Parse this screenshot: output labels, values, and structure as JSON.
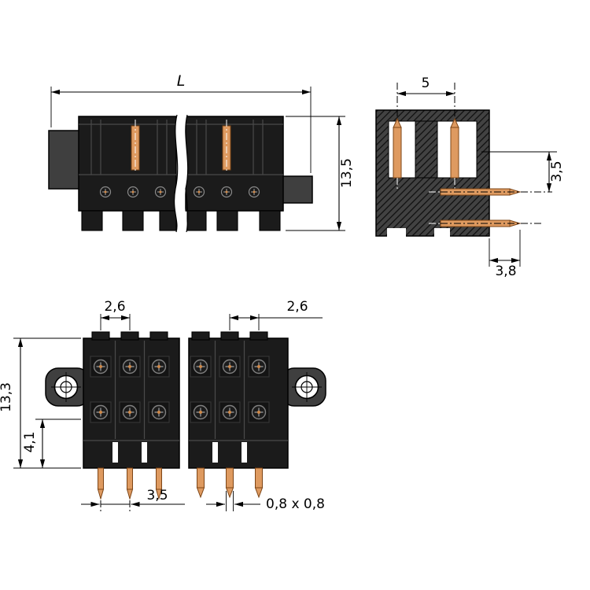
{
  "drawing": {
    "background": "#ffffff",
    "colors": {
      "body": "#1b1b1b",
      "flange": "#3f3f3f",
      "pin": "#de9a60",
      "pin_outline": "#7d4516",
      "dimension": "#000000"
    },
    "dims": {
      "side": {
        "length": "L",
        "height": "13,5"
      },
      "section": {
        "pin_pitch": "5",
        "row_offset": "3,5",
        "tail_length": "3,8"
      },
      "front_left": {
        "pole_pitch": "2,6",
        "height": "13,3",
        "lower_height": "4,1",
        "pin_spacing": "3,5"
      },
      "front_right": {
        "pole_pitch": "2,6",
        "pin_cross_section": "0,8 x 0,8"
      }
    }
  }
}
